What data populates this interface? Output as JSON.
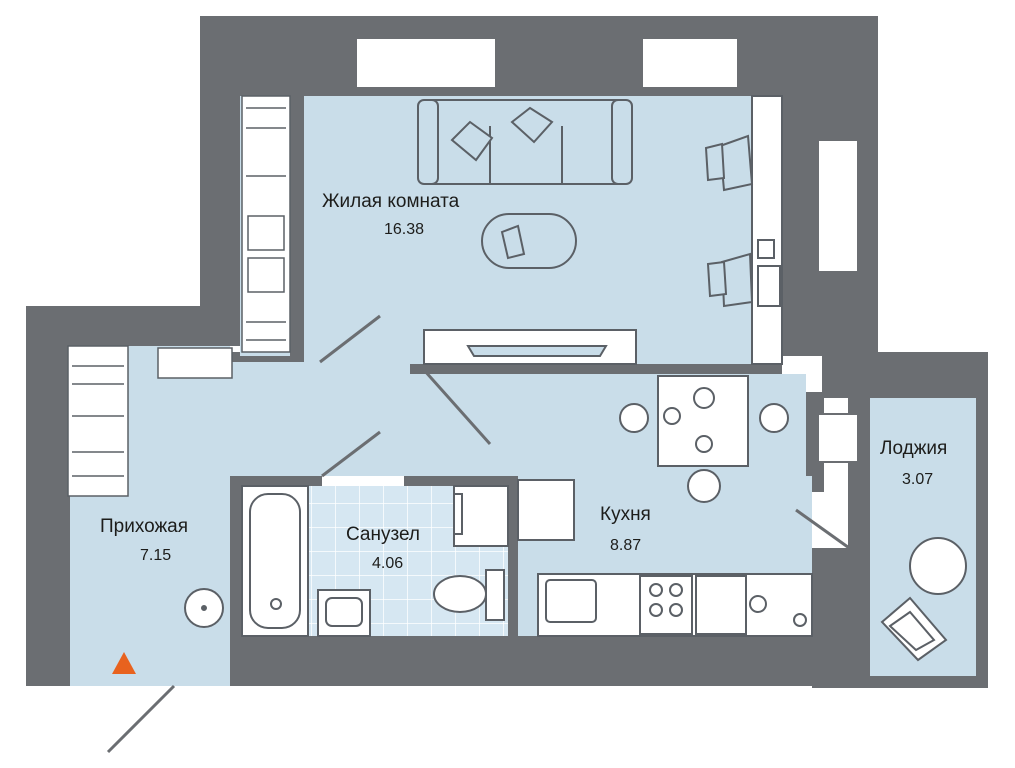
{
  "rooms": {
    "living": {
      "name": "Жилая комната",
      "area": "16.38"
    },
    "hallway": {
      "name": "Прихожая",
      "area": "7.15"
    },
    "bathroom": {
      "name": "Санузел",
      "area": "4.06"
    },
    "kitchen": {
      "name": "Кухня",
      "area": "8.87"
    },
    "loggia": {
      "name": "Лоджия",
      "area": "3.07"
    }
  },
  "colors": {
    "wall": "#6b6e72",
    "floor": "#c9dde9",
    "bath_tile": "#d6e7f2",
    "furniture_stroke": "#5b6066",
    "entrance_marker": "#e8621e"
  },
  "icons": [
    "sofa-icon",
    "armchair-icon",
    "desk-icon",
    "laptop-icon",
    "dining-table-icon",
    "bathtub-icon",
    "sink-icon",
    "toilet-icon",
    "stove-icon",
    "washing-machine-icon",
    "wardrobe-icon",
    "tv-stand-icon",
    "entrance-arrow-icon"
  ]
}
